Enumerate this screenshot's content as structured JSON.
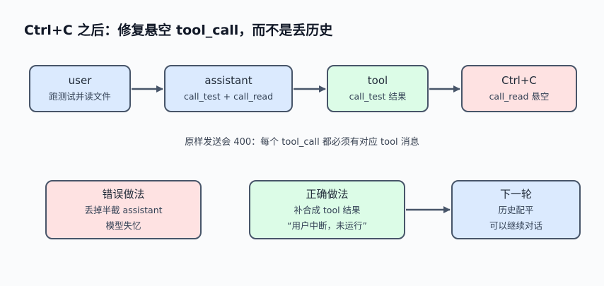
{
  "title": "Ctrl+C 之后：修复悬空 tool_call，而不是丢历史",
  "top_row": [
    {
      "title": "user",
      "sub": "跑测试并读文件"
    },
    {
      "title": "assistant",
      "sub": "call_test + call_read"
    },
    {
      "title": "tool",
      "sub": "call_test 结果"
    },
    {
      "title": "Ctrl+C",
      "sub": "call_read 悬空"
    }
  ],
  "note": "原样发送会 400：每个 tool_call 都必须有对应 tool 消息",
  "bottom_row": [
    {
      "title": "错误做法",
      "sub1": "丢掉半截 assistant",
      "sub2": "模型失忆"
    },
    {
      "title": "正确做法",
      "sub1": "补合成 tool 结果",
      "sub2": "“用户中断，未运行”"
    },
    {
      "title": "下一轮",
      "sub1": "历史配平",
      "sub2": "可以继续对话"
    }
  ],
  "colors": {
    "blue": "#dbeafe",
    "green": "#dcfce7",
    "red": "#fee2e2",
    "border": "#475569",
    "arrow": "#475569"
  }
}
